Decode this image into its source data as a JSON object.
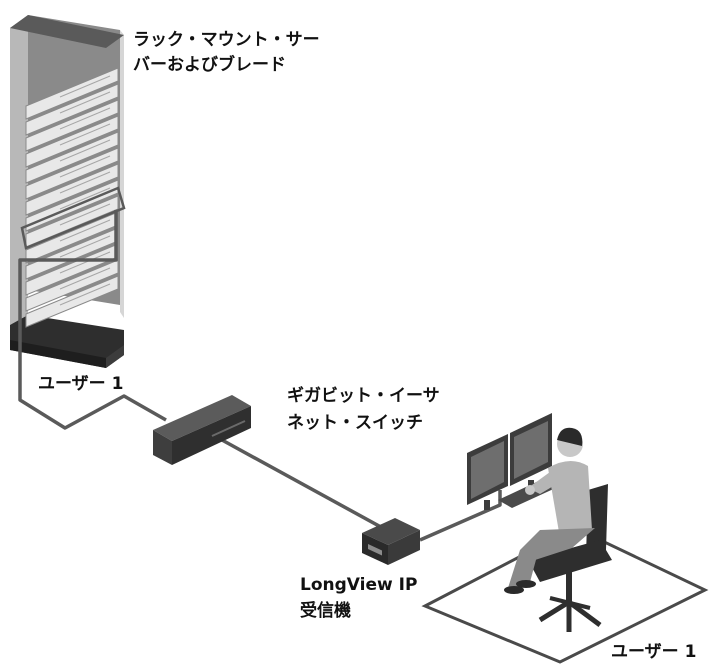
{
  "labels": {
    "rack_line1": "ラック・マウント・サー",
    "rack_line2": "バーおよびブレード",
    "user1_left": "ユーザー 1",
    "switch_line1": "ギガビット・イーサ",
    "switch_line2": "ネット・スイッチ",
    "receiver_line1": "LongView IP",
    "receiver_line2": "受信機",
    "user1_right": "ユーザー 1"
  },
  "colors": {
    "cable": "#5a5a5a",
    "rack_dark": "#3a3a3a",
    "rack_mid": "#7d7d7d",
    "rack_light": "#c9c9c9",
    "server_unit": "#e8e8e8",
    "switch_body": "#4a4a4a",
    "floor_outline": "#4a4a4a",
    "person_shirt": "#b5b5b5",
    "person_skin": "#c8c8c8",
    "monitor": "#3c3c3c"
  }
}
